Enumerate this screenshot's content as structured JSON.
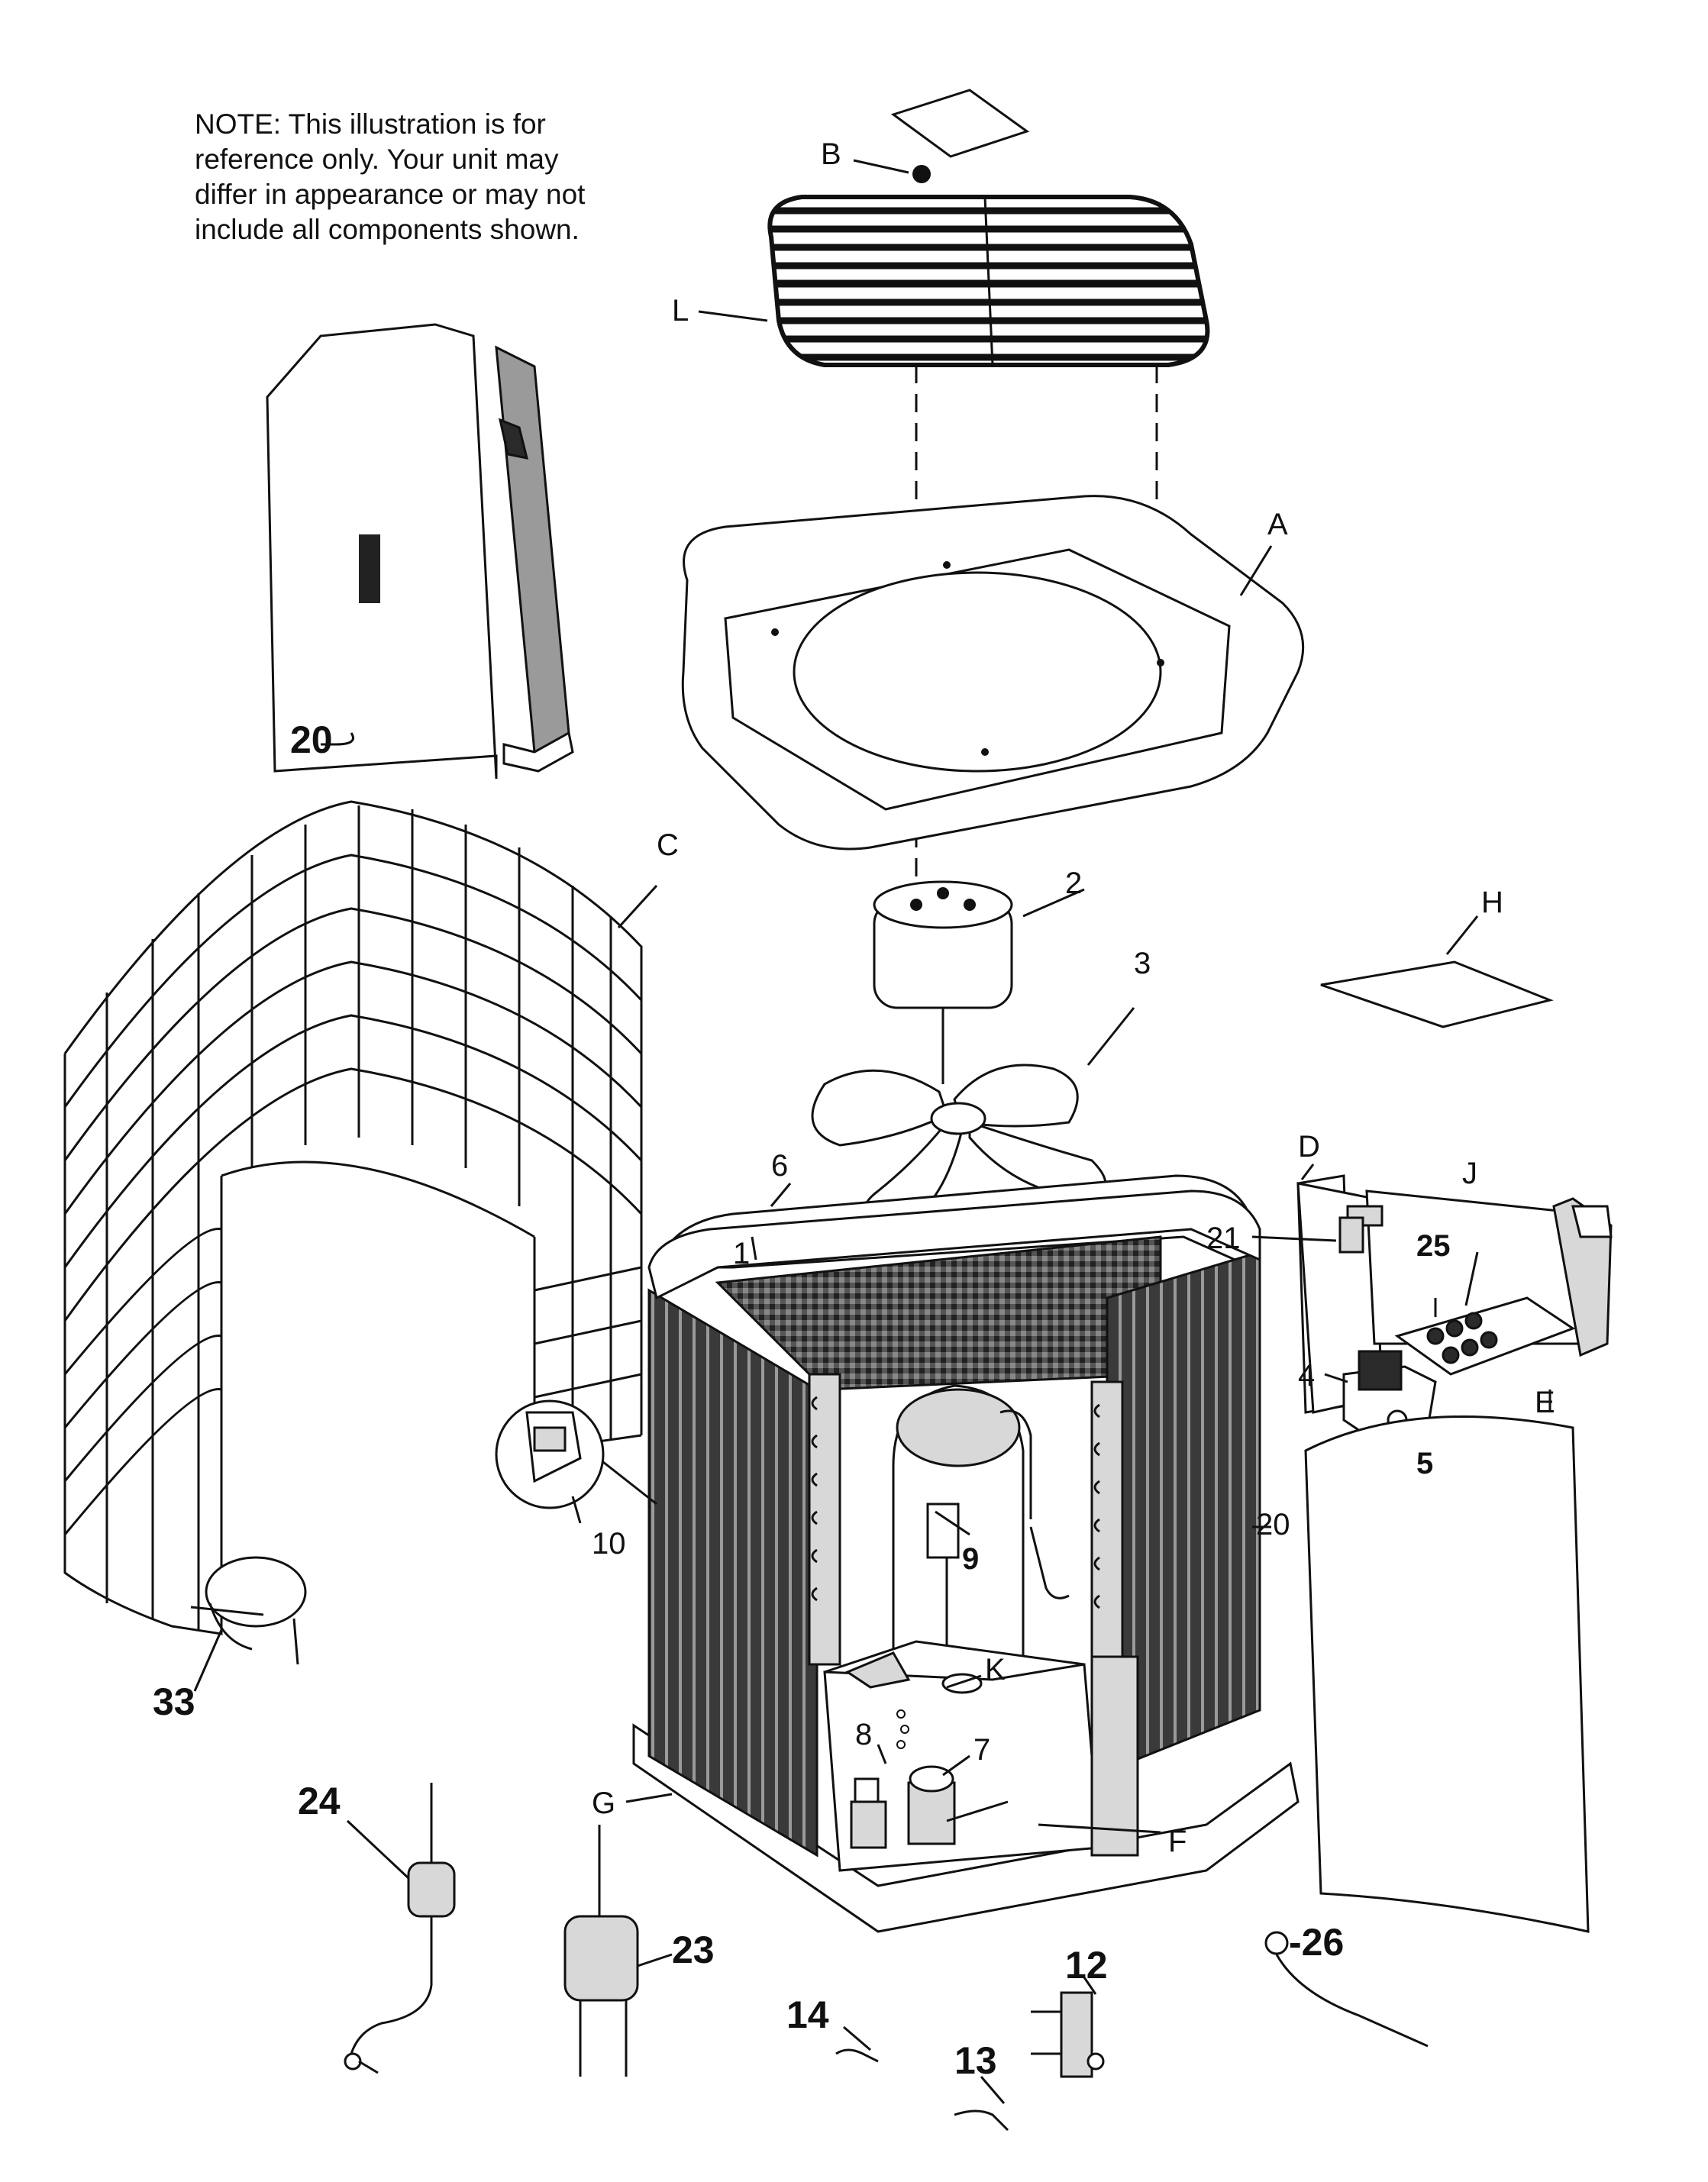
{
  "note": {
    "lines": [
      "NOTE:       This illustration is for",
      "reference only.    Your unit may",
      "differ in appearance or may not",
      "include all components shown."
    ]
  },
  "labels": {
    "B": "B",
    "L": "L",
    "A": "A",
    "C": "C",
    "H": "H",
    "D": "D",
    "J": "J",
    "E": "E",
    "F": "F",
    "G": "G",
    "K": "K",
    "n20_top": "20",
    "n20_right": "20",
    "n2": "2",
    "n3": "3",
    "n6": "6",
    "n1": "1",
    "n21": "21",
    "n25": "25",
    "n4": "4",
    "n5": "5",
    "n9": "9",
    "n10": "10",
    "n33": "33",
    "n24": "24",
    "n8": "8",
    "n7": "7",
    "n23": "23",
    "n14": "14",
    "n13": "13",
    "n12": "12",
    "n26": "-26"
  }
}
